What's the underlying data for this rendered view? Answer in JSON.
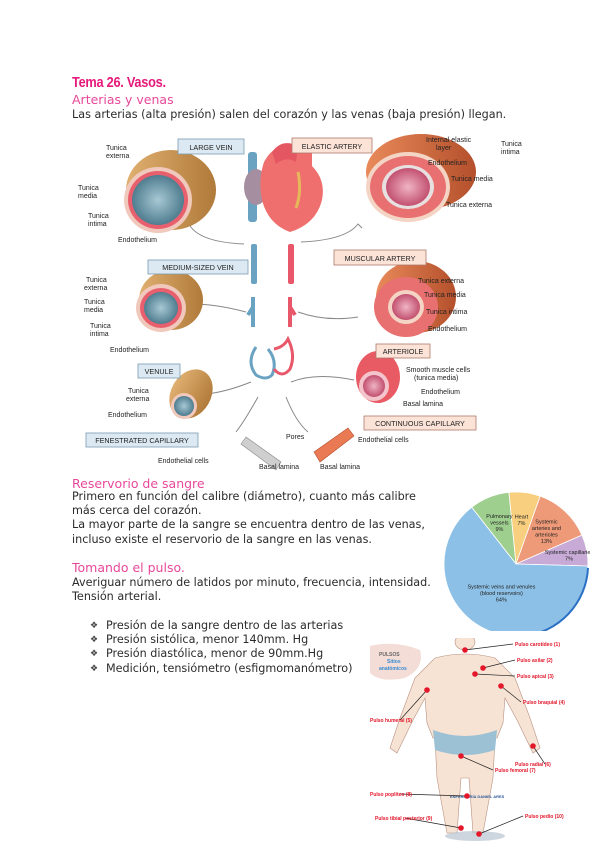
{
  "document": {
    "title": "Tema 26. Vasos.",
    "sections": {
      "arterias": {
        "heading": "Arterias y venas",
        "text": "Las arterias (alta presión) salen del corazón y las venas (baja presión) llegan."
      },
      "reservorio": {
        "heading": "Reservorio de sangre",
        "lines": [
          "Primero en función del calibre (diámetro), cuanto más calibre",
          "más cerca del corazón.",
          "La mayor parte de la sangre se encuentra dentro de las venas,",
          "incluso existe el reservorio de la sangre en las venas."
        ]
      },
      "pulso": {
        "heading": "Tomando el pulso.",
        "text": "Averiguar número de latidos por minuto, frecuencia, intensidad.",
        "subtext": "Tensión arterial.",
        "bullet_glyph": "❖",
        "bullets": [
          "Presión de la sangre dentro de las arterias",
          "Presión sistólica, menor 140mm. Hg",
          "Presión diastólica, menor de 90mm.Hg",
          "Medición, tensiómetro (esfigmomanómetro)"
        ]
      }
    }
  },
  "vessel_diagram": {
    "boxes": {
      "large_vein": "LARGE VEIN",
      "elastic_artery": "ELASTIC ARTERY",
      "medium_vein": "MEDIUM-SIZED VEIN",
      "muscular_artery": "MUSCULAR ARTERY",
      "venule": "VENULE",
      "arteriole": "ARTERIOLE",
      "fenestrated_capillary": "FENESTRATED CAPILLARY",
      "continuous_capillary": "CONTINUOUS CAPILLARY"
    },
    "labels": {
      "tunica": "Tunica",
      "externa": "externa",
      "media": "media",
      "intima": "intima",
      "endothelium": "Endothelium",
      "internal_elastic": "Internal elastic",
      "layer": "layer",
      "tunica_externa": "Tunica externa",
      "tunica_media": "Tunica media",
      "tunica_intima": "Tunica intima",
      "smooth_muscle": "Smooth muscle cells",
      "tunica_media_paren": "(tunica media)",
      "basal_lamina": "Basal lamina",
      "pores": "Pores",
      "endothelial_cells": "Endothelial cells"
    }
  },
  "chart_data": {
    "type": "pie",
    "title": "",
    "categories": [
      "Pulmonary vessels",
      "Heart",
      "Systemic arteries and arterioles",
      "Systemic capillaries",
      "Systemic veins and venules (blood reservoirs)"
    ],
    "values": [
      9,
      7,
      13,
      7,
      64
    ],
    "unit": "%",
    "labels": [
      [
        "Pulmonary",
        "vessels",
        "9%"
      ],
      [
        "Heart",
        "7%"
      ],
      [
        "Systemic",
        "arteries and",
        "arterioles",
        "13%"
      ],
      [
        "Systemic capillaries",
        "7%"
      ],
      [
        "Systemic veins and venules",
        "(blood reservoirs)",
        "64%"
      ]
    ],
    "colors": [
      "#9fcf8f",
      "#f7cf7e",
      "#ee9a78",
      "#c7aad6",
      "#8cc0e6"
    ]
  },
  "pulse_figure": {
    "badge": [
      "PULSOS",
      "Sitios",
      "anatómicos"
    ],
    "watermark": "ENFERMERÍA DANIEL ARES",
    "points": [
      {
        "label": "Pulso carotídeo (1)"
      },
      {
        "label": "Pulso axilar (2)"
      },
      {
        "label": "Pulso apical (3)"
      },
      {
        "label": "Pulso braquial (4)"
      },
      {
        "label": "Pulso humeral (5)"
      },
      {
        "label": "Pulso radial (6)"
      },
      {
        "label": "Pulso femoral (7)"
      },
      {
        "label": "Pulso poplíteo (8)"
      },
      {
        "label": "Pulso tibial posterior (9)"
      },
      {
        "label": "Pulso pedio (10)"
      }
    ]
  }
}
